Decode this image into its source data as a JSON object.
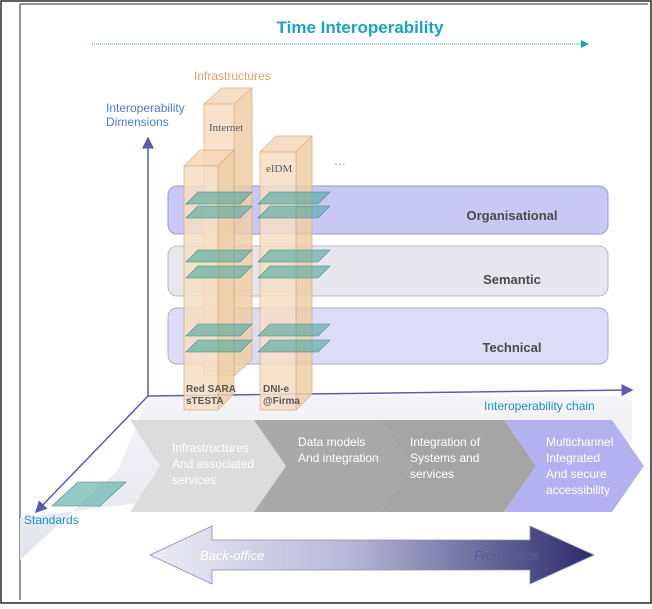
{
  "title": "Time Interoperability",
  "y_axis_label_line1": "Interoperability",
  "y_axis_label_line2": "Dimensions",
  "x_axis_label": "Interoperability chain",
  "infrastructures_label": "Infrastructures",
  "ellipsis": "...",
  "dimensions": [
    {
      "label": "Organisational",
      "color": "#c9c8f4"
    },
    {
      "label": "Semantic",
      "color": "#e6e6ec"
    },
    {
      "label": "Technical",
      "color": "#dcdcf6"
    }
  ],
  "pillars": {
    "internet": "Internet",
    "eidm": "eIDM",
    "left_bottom_line1": "Red SARA",
    "left_bottom_line2": "sTESTA",
    "right_bottom_line1": "DNI-e",
    "right_bottom_line2": "@Firma"
  },
  "chain": [
    {
      "lines": [
        "Infrastructures",
        "And associated",
        "services"
      ],
      "color": "#dcdcdc"
    },
    {
      "lines": [
        "Data models",
        "And integration"
      ],
      "color": "#a9a9a9"
    },
    {
      "lines": [
        "Integration of",
        "Systems and",
        "services"
      ],
      "color": "#a5a5a5"
    },
    {
      "lines": [
        "Multichannel",
        "Integrated",
        "And secure",
        "accessibility"
      ],
      "color": "#b3b2f0"
    }
  ],
  "standards_label": "Standards",
  "back_office_label": "Back-office",
  "front_office_label": "Front-office",
  "colors": {
    "accent": "#1ba3c3",
    "pillar": "#f6dfc4",
    "plane": "#4ea6a0",
    "axis": "#5b5bb5"
  }
}
